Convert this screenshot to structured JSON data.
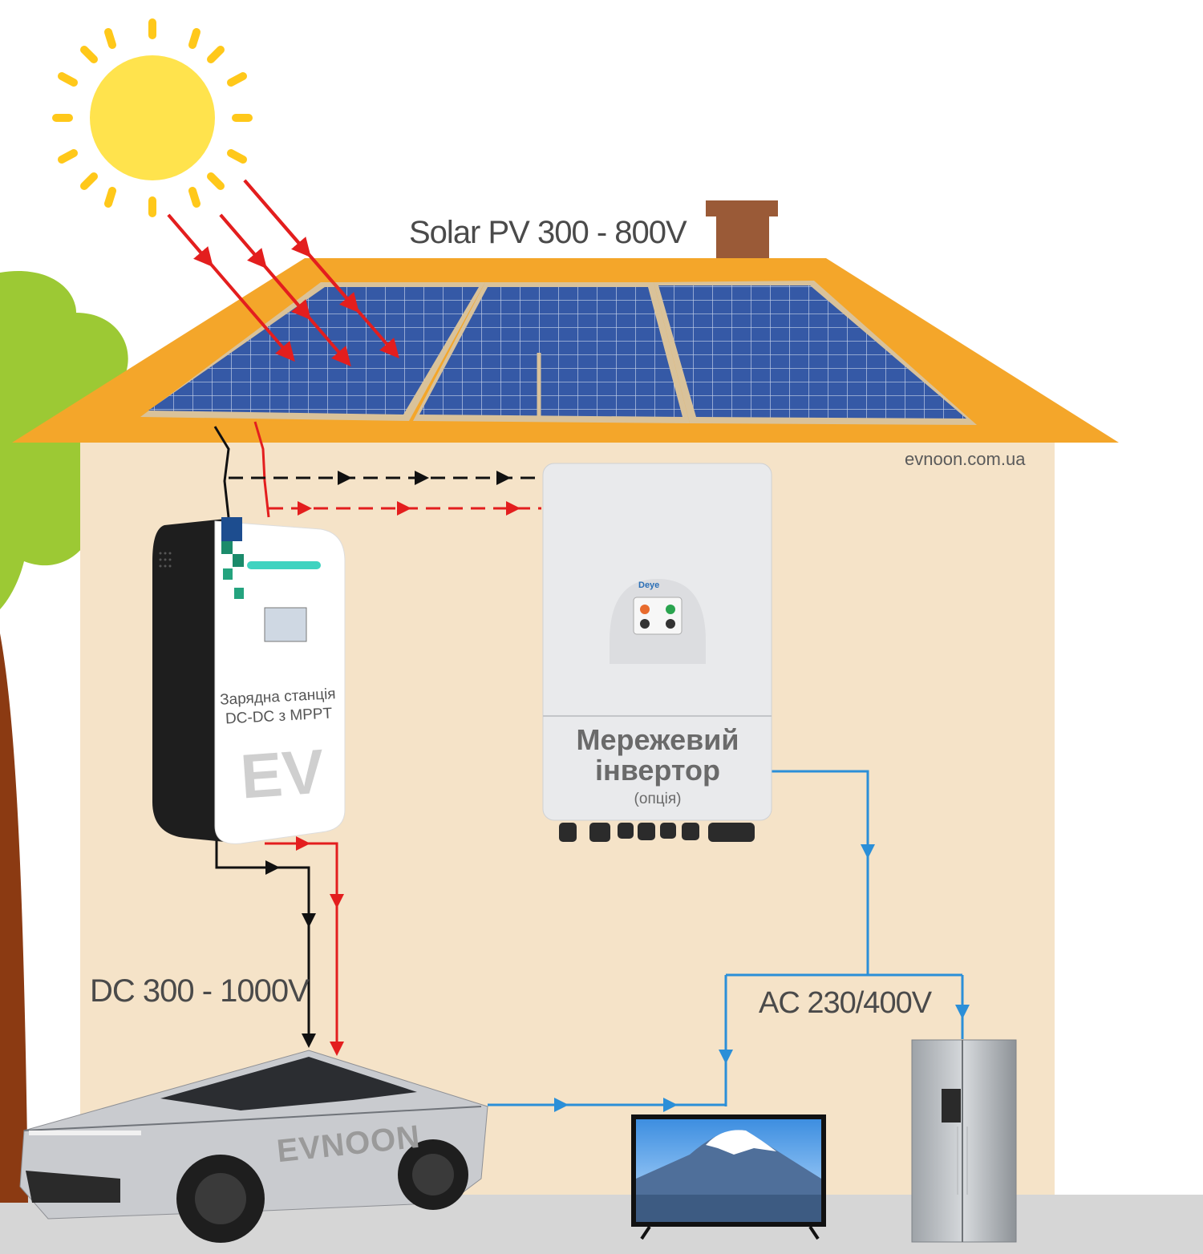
{
  "labels": {
    "solar_pv": "Solar PV 300 - 800V",
    "dc_output": "DC 300 - 1000V",
    "ac_output": "AC 230/400V",
    "website": "evnoon.com.ua"
  },
  "charger": {
    "line1": "Зарядна станція",
    "line2": "DC-DC з MPPT",
    "badge": "EV"
  },
  "inverter": {
    "line1": "Мережевий",
    "line2": "інвертор",
    "option": "(опція)",
    "brand": "Deye"
  },
  "car": {
    "brand": "EVNOON"
  },
  "colors": {
    "dc_positive": "#e31e1e",
    "dc_negative": "#111111",
    "ac_line": "#2b8fd8",
    "roof": "#f4a62a",
    "wall": "#f5e3c8",
    "sun": "#ffe34d",
    "ground": "#d6d6d6"
  }
}
